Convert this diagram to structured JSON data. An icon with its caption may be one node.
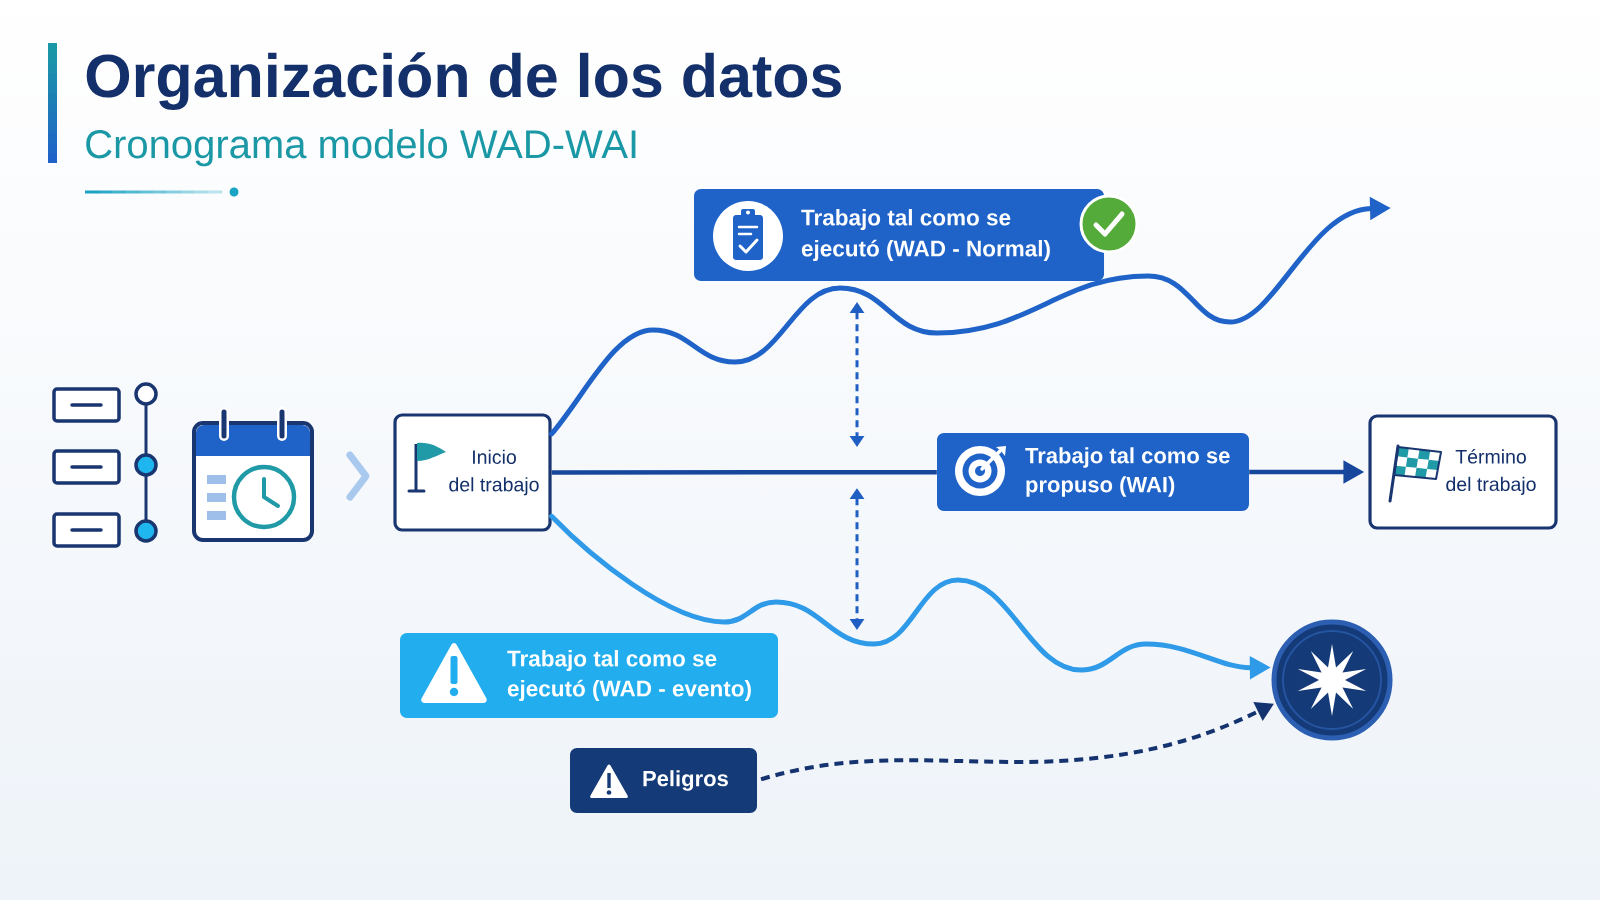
{
  "diagram": {
    "title": "Organización de los datos",
    "nodes": [
      {
        "text": [
          "Inicio del trabajo"
        ]
      },
      {
        "text": [
          "Trabajo tal como se ejecutó (WAD - Normal)"
        ]
      },
      {
        "text": [
          "Trabajo tal como se propuso (WAI)"
        ]
      },
      {
        "text": [
          "Término del trabajo"
        ]
      },
      {
        "text": [
          "Trabajo tal como se ejecutó (WAD - evento)"
        ]
      },
      {
        "text": [],
        "shape": "circle"
      },
      {
        "text": [
          "Peligros"
        ]
      }
    ],
    "edges": [
      {
        "from": 0,
        "to": null,
        "arrow": "to",
        "color": "#1f62c8"
      },
      {
        "from": 0,
        "to": 2,
        "arrow": "none",
        "color": "#17479c"
      },
      {
        "from": 2,
        "to": 3,
        "arrow": "to",
        "color": "#17479c"
      },
      {
        "from": 0,
        "to": 5,
        "arrow": "to",
        "color": "#2f9ae8"
      },
      {
        "from": 6,
        "to": 5,
        "arrow": "to",
        "style": "dashed",
        "color": "#15336f"
      }
    ],
    "labels": [
      "Cronograma modelo WAD-WAI"
    ]
  }
}
